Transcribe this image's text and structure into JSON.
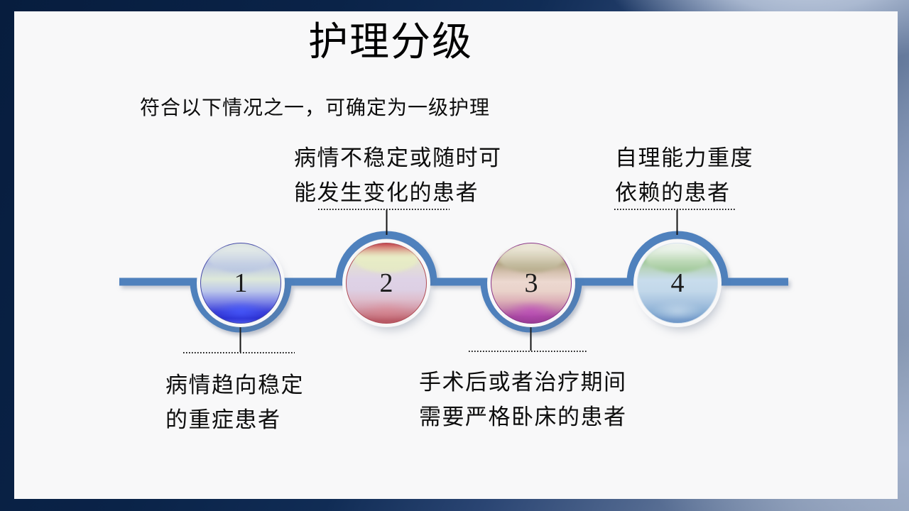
{
  "slide_title": "护理分级",
  "subtitle": "符合以下情况之一，可确定为一级护理",
  "timeline": {
    "line_color": "#4f81bd",
    "items": [
      {
        "number": "1",
        "label_line1": "病情趋向稳定",
        "label_line2": "的重症患者",
        "label_position": "below",
        "sphere_color": "#2a2ecf"
      },
      {
        "number": "2",
        "label_line1": "病情不稳定或随时可",
        "label_line2": "能发生变化的患者",
        "label_position": "above",
        "sphere_color": "#c2575e"
      },
      {
        "number": "3",
        "label_line1": "手术后或者治疗期间",
        "label_line2": "需要严格卧床的患者",
        "label_position": "below",
        "sphere_color": "#9a3d96"
      },
      {
        "number": "4",
        "label_line1": "自理能力重度",
        "label_line2": "依赖的患者",
        "label_position": "above",
        "sphere_color": "#6f97c8"
      }
    ]
  },
  "colors": {
    "frame_navy": "#0a2348",
    "slide_bg": "#f8f8f9",
    "connector_black": "#141414"
  }
}
